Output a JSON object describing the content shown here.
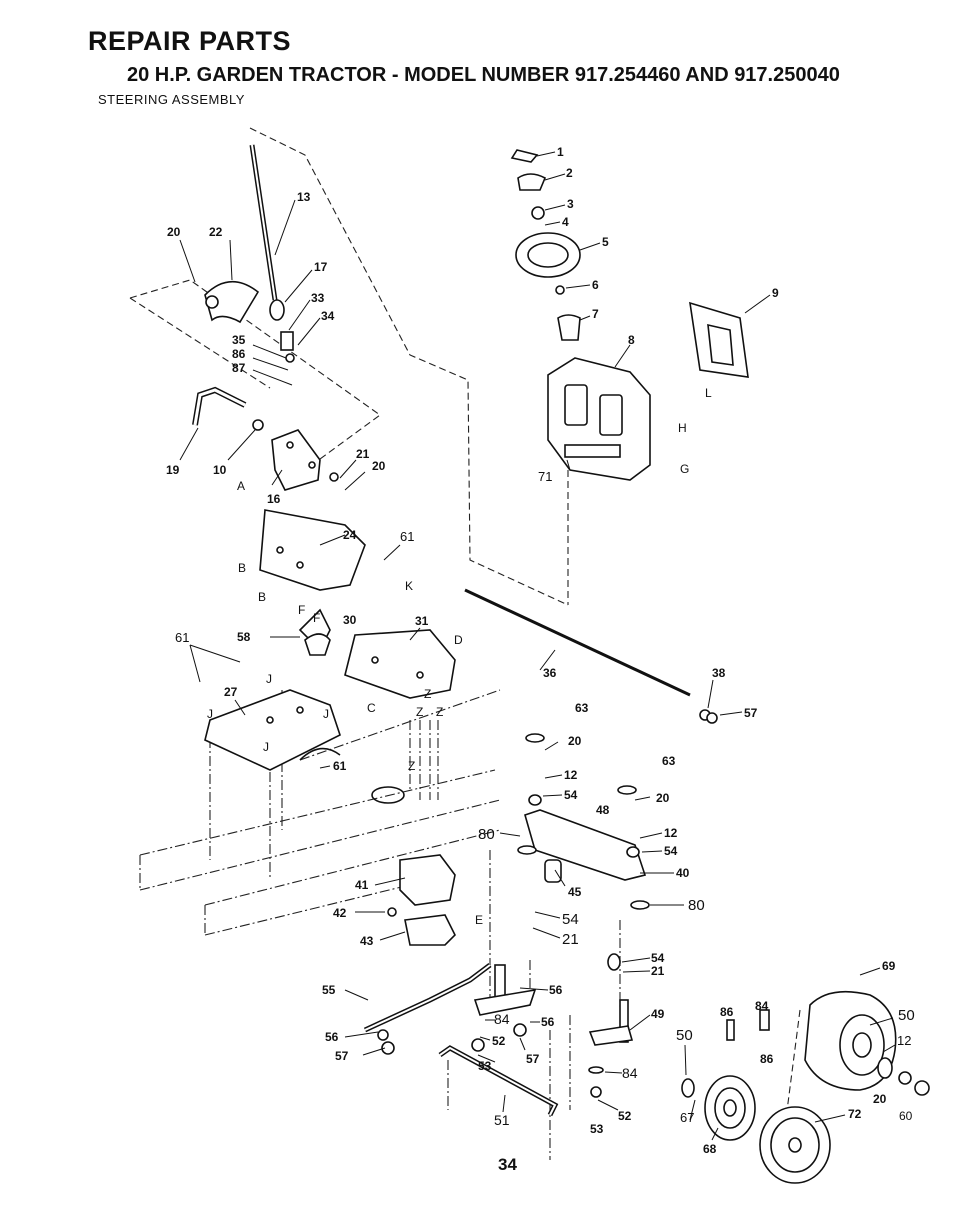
{
  "header": {
    "title": "REPAIR PARTS",
    "subtitle": "20 H.P. GARDEN TRACTOR - MODEL NUMBER 917.254460 AND 917.250040",
    "section": "STEERING ASSEMBLY"
  },
  "page_number": "34",
  "callouts": [
    "1",
    "2",
    "3",
    "4",
    "5",
    "6",
    "7",
    "8",
    "9",
    "13",
    "17",
    "20",
    "22",
    "33",
    "34",
    "35",
    "86",
    "87",
    "19",
    "10",
    "16",
    "21",
    "20",
    "24",
    "61",
    "58",
    "30",
    "31",
    "61",
    "27",
    "61",
    "36",
    "38",
    "57",
    "63",
    "20",
    "12",
    "54",
    "63",
    "20",
    "48",
    "12",
    "54",
    "80",
    "45",
    "40",
    "80",
    "54",
    "21",
    "41",
    "42",
    "43",
    "54",
    "21",
    "55",
    "56",
    "84",
    "52",
    "56",
    "57",
    "53",
    "56",
    "57",
    "51",
    "49",
    "84",
    "52",
    "53",
    "86",
    "84",
    "86",
    "50",
    "67",
    "68",
    "69",
    "50",
    "12",
    "20",
    "60",
    "72",
    "71"
  ],
  "reference_letters": [
    "H",
    "G",
    "L",
    "A",
    "B",
    "B",
    "K",
    "F",
    "F",
    "D",
    "C",
    "J",
    "J",
    "J",
    "J",
    "Z",
    "Z",
    "Z",
    "Z",
    "E"
  ]
}
